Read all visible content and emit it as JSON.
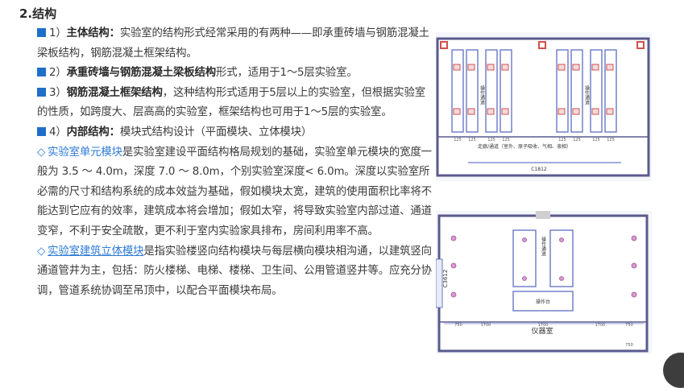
{
  "section": {
    "heading": "2.结构"
  },
  "paragraphs": {
    "p1": {
      "index": "1）",
      "term": "主体结构：",
      "body": "实验室的结构形式经常采用的有两种——即承重砖墙与钢筋混凝土梁板结构，钢筋混凝土框架结构。"
    },
    "p2": {
      "index": "2）",
      "term": "承重砖墙与钢筋混凝土梁板结构",
      "body": "形式，适用于1～5层实验室。"
    },
    "p3": {
      "index": "3）",
      "term": "钢筋混凝土框架结构",
      "body": "，这种结构形式适用于5层以上的实验室，但根据实验室的性质，如跨度大、层高高的实验室，框架结构也可用于1～5层的实验室。"
    },
    "p4": {
      "index": "4）",
      "term": "内部结构：",
      "body": "模块式结构设计（平面模块、立体模块）"
    },
    "p5": {
      "marker": "◇",
      "term": "实验室单元模块",
      "body": "是实验室建设平面结构格局规划的基础，实验室单元模块的宽度一般为 3.5 ～ 4.0m，深度 7.0 ～ 8.0m，个别实验室深度< 6.0m。深度以实验室所必需的尺寸和结构系统的成本效益为基础，假如模块太宽，建筑的使用面积比率将不能达到它应有的效率，建筑成本将会增加；假如太窄，将导致实验室内部过道、通道变窄，不利于安全疏散，更不利于室内实验家具排布，房间利用率不高。"
    },
    "p6": {
      "marker": "◇",
      "term": "实验室建筑立体模块",
      "body": "是指实验楼竖向结构模块与每层横向模块相沟通，以建筑竖向通道管井为主，包括：防火楼梯、电梯、楼梯、卫生间、公用管道竖井等。应充分协调，管道系统协调至吊顶中，以配合平面模块布局。"
    }
  },
  "plan_top": {
    "bench_label": "操作通道",
    "corridor_label": "走廊/通道（室外、原子吸收、气相、液相）",
    "door_label": "C1812",
    "dims": [
      "125",
      "125",
      "125",
      "125",
      "125",
      "125",
      "125",
      "125"
    ]
  },
  "plan_bottom": {
    "window_label": "C3612",
    "bench_label": "操作通道",
    "table_label": "操作台",
    "room_label": "仪器室",
    "dims": [
      "750",
      "1700",
      "1700",
      "1700",
      "750",
      "750"
    ]
  },
  "colors": {
    "accent": "#1f6fc9",
    "link": "#2d7bd8",
    "wall": "#5a5a8e",
    "bench": "#6a78c8"
  }
}
